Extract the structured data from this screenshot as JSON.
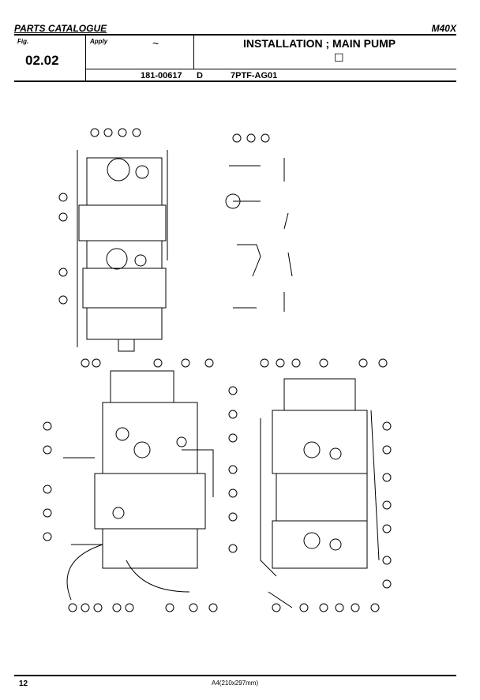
{
  "header": {
    "catalogue": "PARTS CATALOGUE",
    "model": "M40X",
    "fig_label": "Fig.",
    "fig_number": "02.02",
    "apply_label": "Apply",
    "apply_value": "~",
    "title": "INSTALLATION ; MAIN PUMP",
    "checkbox": "☐",
    "part_number": "181-00617",
    "revision": "D",
    "part_code": "7PTF-AG01"
  },
  "footer": {
    "page": "12",
    "size": "A4(210x297mm)"
  }
}
